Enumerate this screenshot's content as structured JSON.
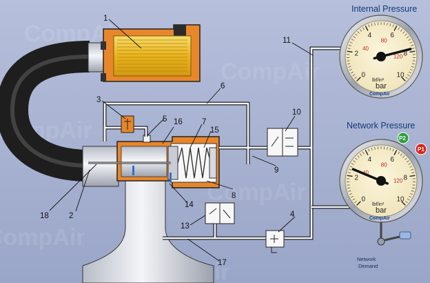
{
  "brand": "CompAir",
  "gauges": {
    "internal": {
      "title": "Internal Pressure",
      "bar_ticks": [
        "0",
        "2",
        "4",
        "6",
        "8",
        "10"
      ],
      "psi_ticks": [
        "40",
        "80",
        "120"
      ],
      "unit_psi": "lbf/in²",
      "unit_bar": "bar",
      "brand": "CompAir",
      "reading_bar": 7.8
    },
    "network": {
      "title": "Network Pressure",
      "bar_ticks": [
        "0",
        "2",
        "4",
        "6",
        "8",
        "10"
      ],
      "psi_ticks": [
        "40",
        "80",
        "120"
      ],
      "unit_psi": "lbf/in²",
      "unit_bar": "bar",
      "brand": "CompAir",
      "reading_bar": 2.5,
      "markers": [
        {
          "label": "P2",
          "color": "#2e9e3e"
        },
        {
          "label": "P1",
          "color": "#d7261e"
        }
      ]
    }
  },
  "network_demand_label": [
    "Network",
    "Demand"
  ],
  "callouts": [
    "1",
    "2",
    "3",
    "4",
    "5",
    "6",
    "7",
    "8",
    "9",
    "10",
    "11",
    "13",
    "14",
    "15",
    "16",
    "17",
    "18"
  ],
  "colors": {
    "background": "#a9b4d2",
    "pipe_fill": "#f4f5f9",
    "pipe_stroke": "#222222",
    "housing_orange": "#e8862b",
    "filter_yellow": "#f0c32a",
    "hose_dark": "#2b2b2b",
    "accent_blue": "#2f6fd0"
  }
}
